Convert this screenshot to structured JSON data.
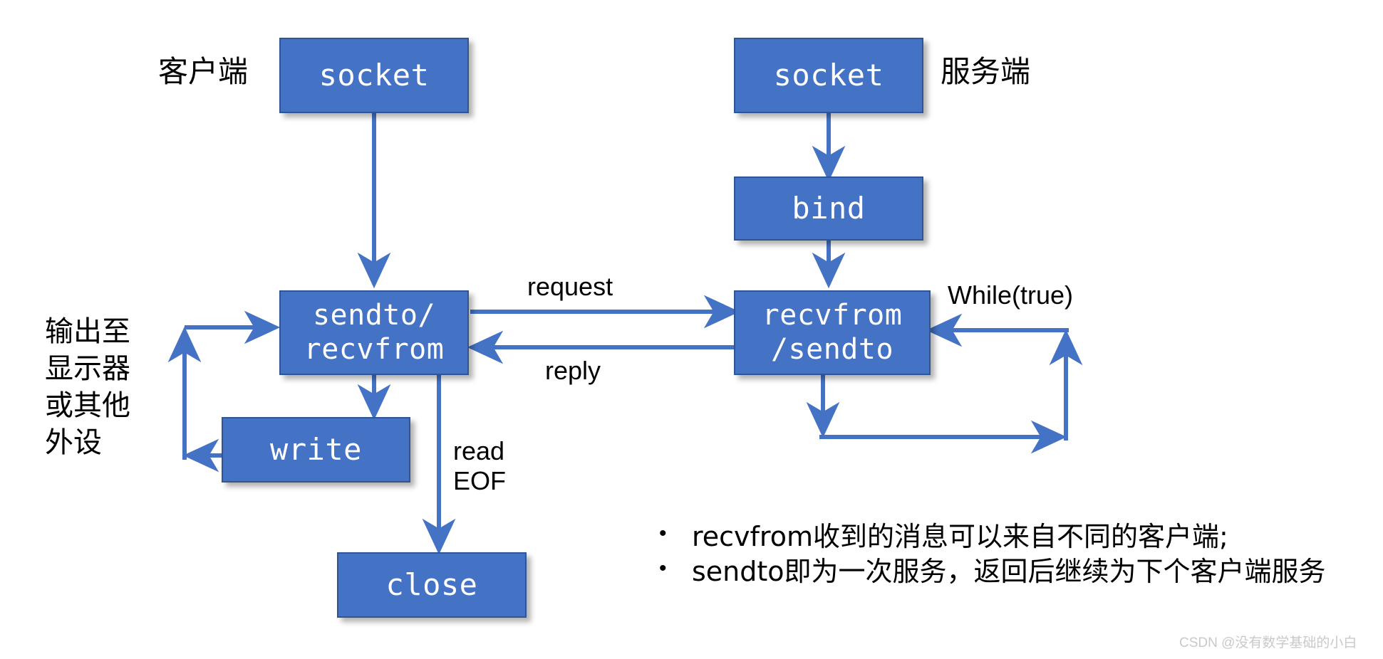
{
  "diagram": {
    "title": "UDP socket client-server flow",
    "colors": {
      "box_fill": "#4472C4",
      "box_border": "#2F5597",
      "arrow": "#4472C4",
      "text_on_box": "#FFFFFF",
      "label_text": "#000000",
      "watermark": "#C9C9C9",
      "background": "#FFFFFF"
    },
    "side_labels": {
      "client": "客户端",
      "server": "服务端"
    },
    "nodes": [
      {
        "id": "client-socket",
        "label": "socket"
      },
      {
        "id": "client-sendto",
        "label": "sendto/\nrecvfrom"
      },
      {
        "id": "client-write",
        "label": "write"
      },
      {
        "id": "client-close",
        "label": "close"
      },
      {
        "id": "server-socket",
        "label": "socket"
      },
      {
        "id": "server-bind",
        "label": "bind"
      },
      {
        "id": "server-recvfrom",
        "label": "recvfrom\n/sendto"
      }
    ],
    "edge_labels": {
      "request": "request",
      "reply": "reply",
      "while_true": "While(true)",
      "read_eof": "read\nEOF",
      "output_peripheral": "输出至\n显示器\n或其他\n外设"
    },
    "notes": [
      "recvfrom收到的消息可以来自不同的客户端;",
      "sendto即为一次服务，返回后继续为下个客户端服务"
    ],
    "note_bullet": "•",
    "watermark": "CSDN @没有数学基础的小白"
  }
}
